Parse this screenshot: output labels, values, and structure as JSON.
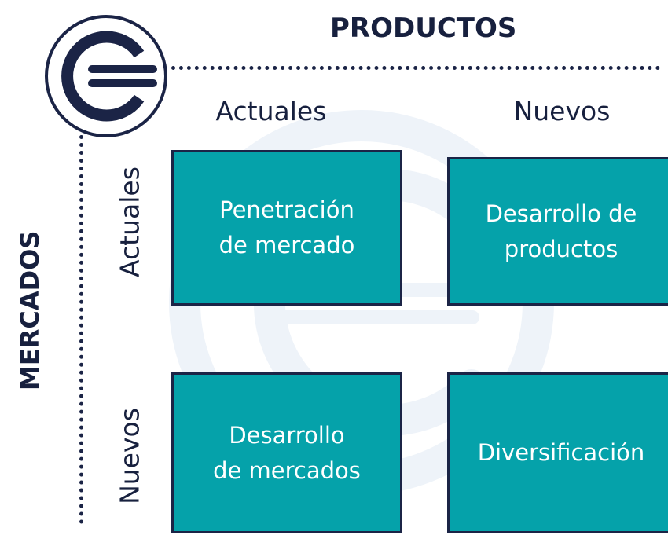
{
  "header": {
    "products_title": "PRODUCTOS"
  },
  "side": {
    "markets_title": "MERCADOS"
  },
  "columns": [
    "Actuales",
    "Nuevos"
  ],
  "rows": [
    "Actuales",
    "Nuevos"
  ],
  "cells": [
    "Penetración\nde mercado",
    "Desarrollo de\nproductos",
    "Desarrollo\nde mercados",
    "Diversificación"
  ],
  "colors": {
    "cell_fill": "#05a2aa",
    "navy": "#1b2446",
    "text_dark": "#17203e",
    "watermark": "#eaf0f7"
  },
  "icons": {
    "logo": "euro-logo-icon",
    "watermark": "euro-watermark-icon"
  }
}
